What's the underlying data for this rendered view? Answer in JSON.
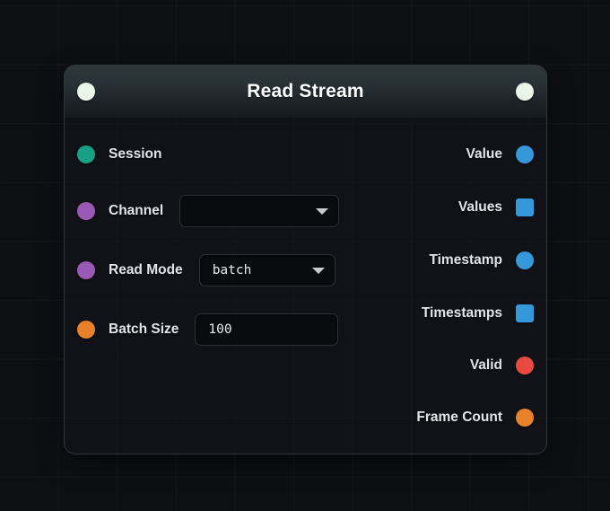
{
  "node": {
    "title": "Read Stream",
    "exec_in": {
      "icon": "exec-port-circle",
      "color": "#eaf5ea"
    },
    "exec_out": {
      "icon": "exec-port-circle",
      "color": "#eaf5ea"
    },
    "inputs": [
      {
        "label": "Session",
        "port_shape": "circle",
        "port_color": "#17a085",
        "widget": null
      },
      {
        "label": "Channel",
        "port_shape": "circle",
        "port_color": "#9b59b6",
        "widget": {
          "type": "dropdown",
          "value": "",
          "placeholder": "",
          "caret_icon": "chevron-down-icon"
        }
      },
      {
        "label": "Read Mode",
        "port_shape": "circle",
        "port_color": "#9b59b6",
        "widget": {
          "type": "dropdown",
          "value": "batch",
          "placeholder": "",
          "caret_icon": "chevron-down-icon"
        }
      },
      {
        "label": "Batch Size",
        "port_shape": "circle",
        "port_color": "#e8822a",
        "widget": {
          "type": "number",
          "value": "100",
          "placeholder": "",
          "caret_icon": null
        }
      }
    ],
    "outputs": [
      {
        "label": "Value",
        "port_shape": "circle",
        "port_color": "#3498db"
      },
      {
        "label": "Values",
        "port_shape": "square",
        "port_color": "#3498db"
      },
      {
        "label": "Timestamp",
        "port_shape": "circle",
        "port_color": "#3498db"
      },
      {
        "label": "Timestamps",
        "port_shape": "square",
        "port_color": "#3498db"
      },
      {
        "label": "Valid",
        "port_shape": "circle",
        "port_color": "#e84a3f"
      },
      {
        "label": "Frame Count",
        "port_shape": "circle",
        "port_color": "#e8822a"
      }
    ]
  },
  "canvas": {
    "background_color": "#0e0f13",
    "grid_color": "#1a1d22"
  }
}
